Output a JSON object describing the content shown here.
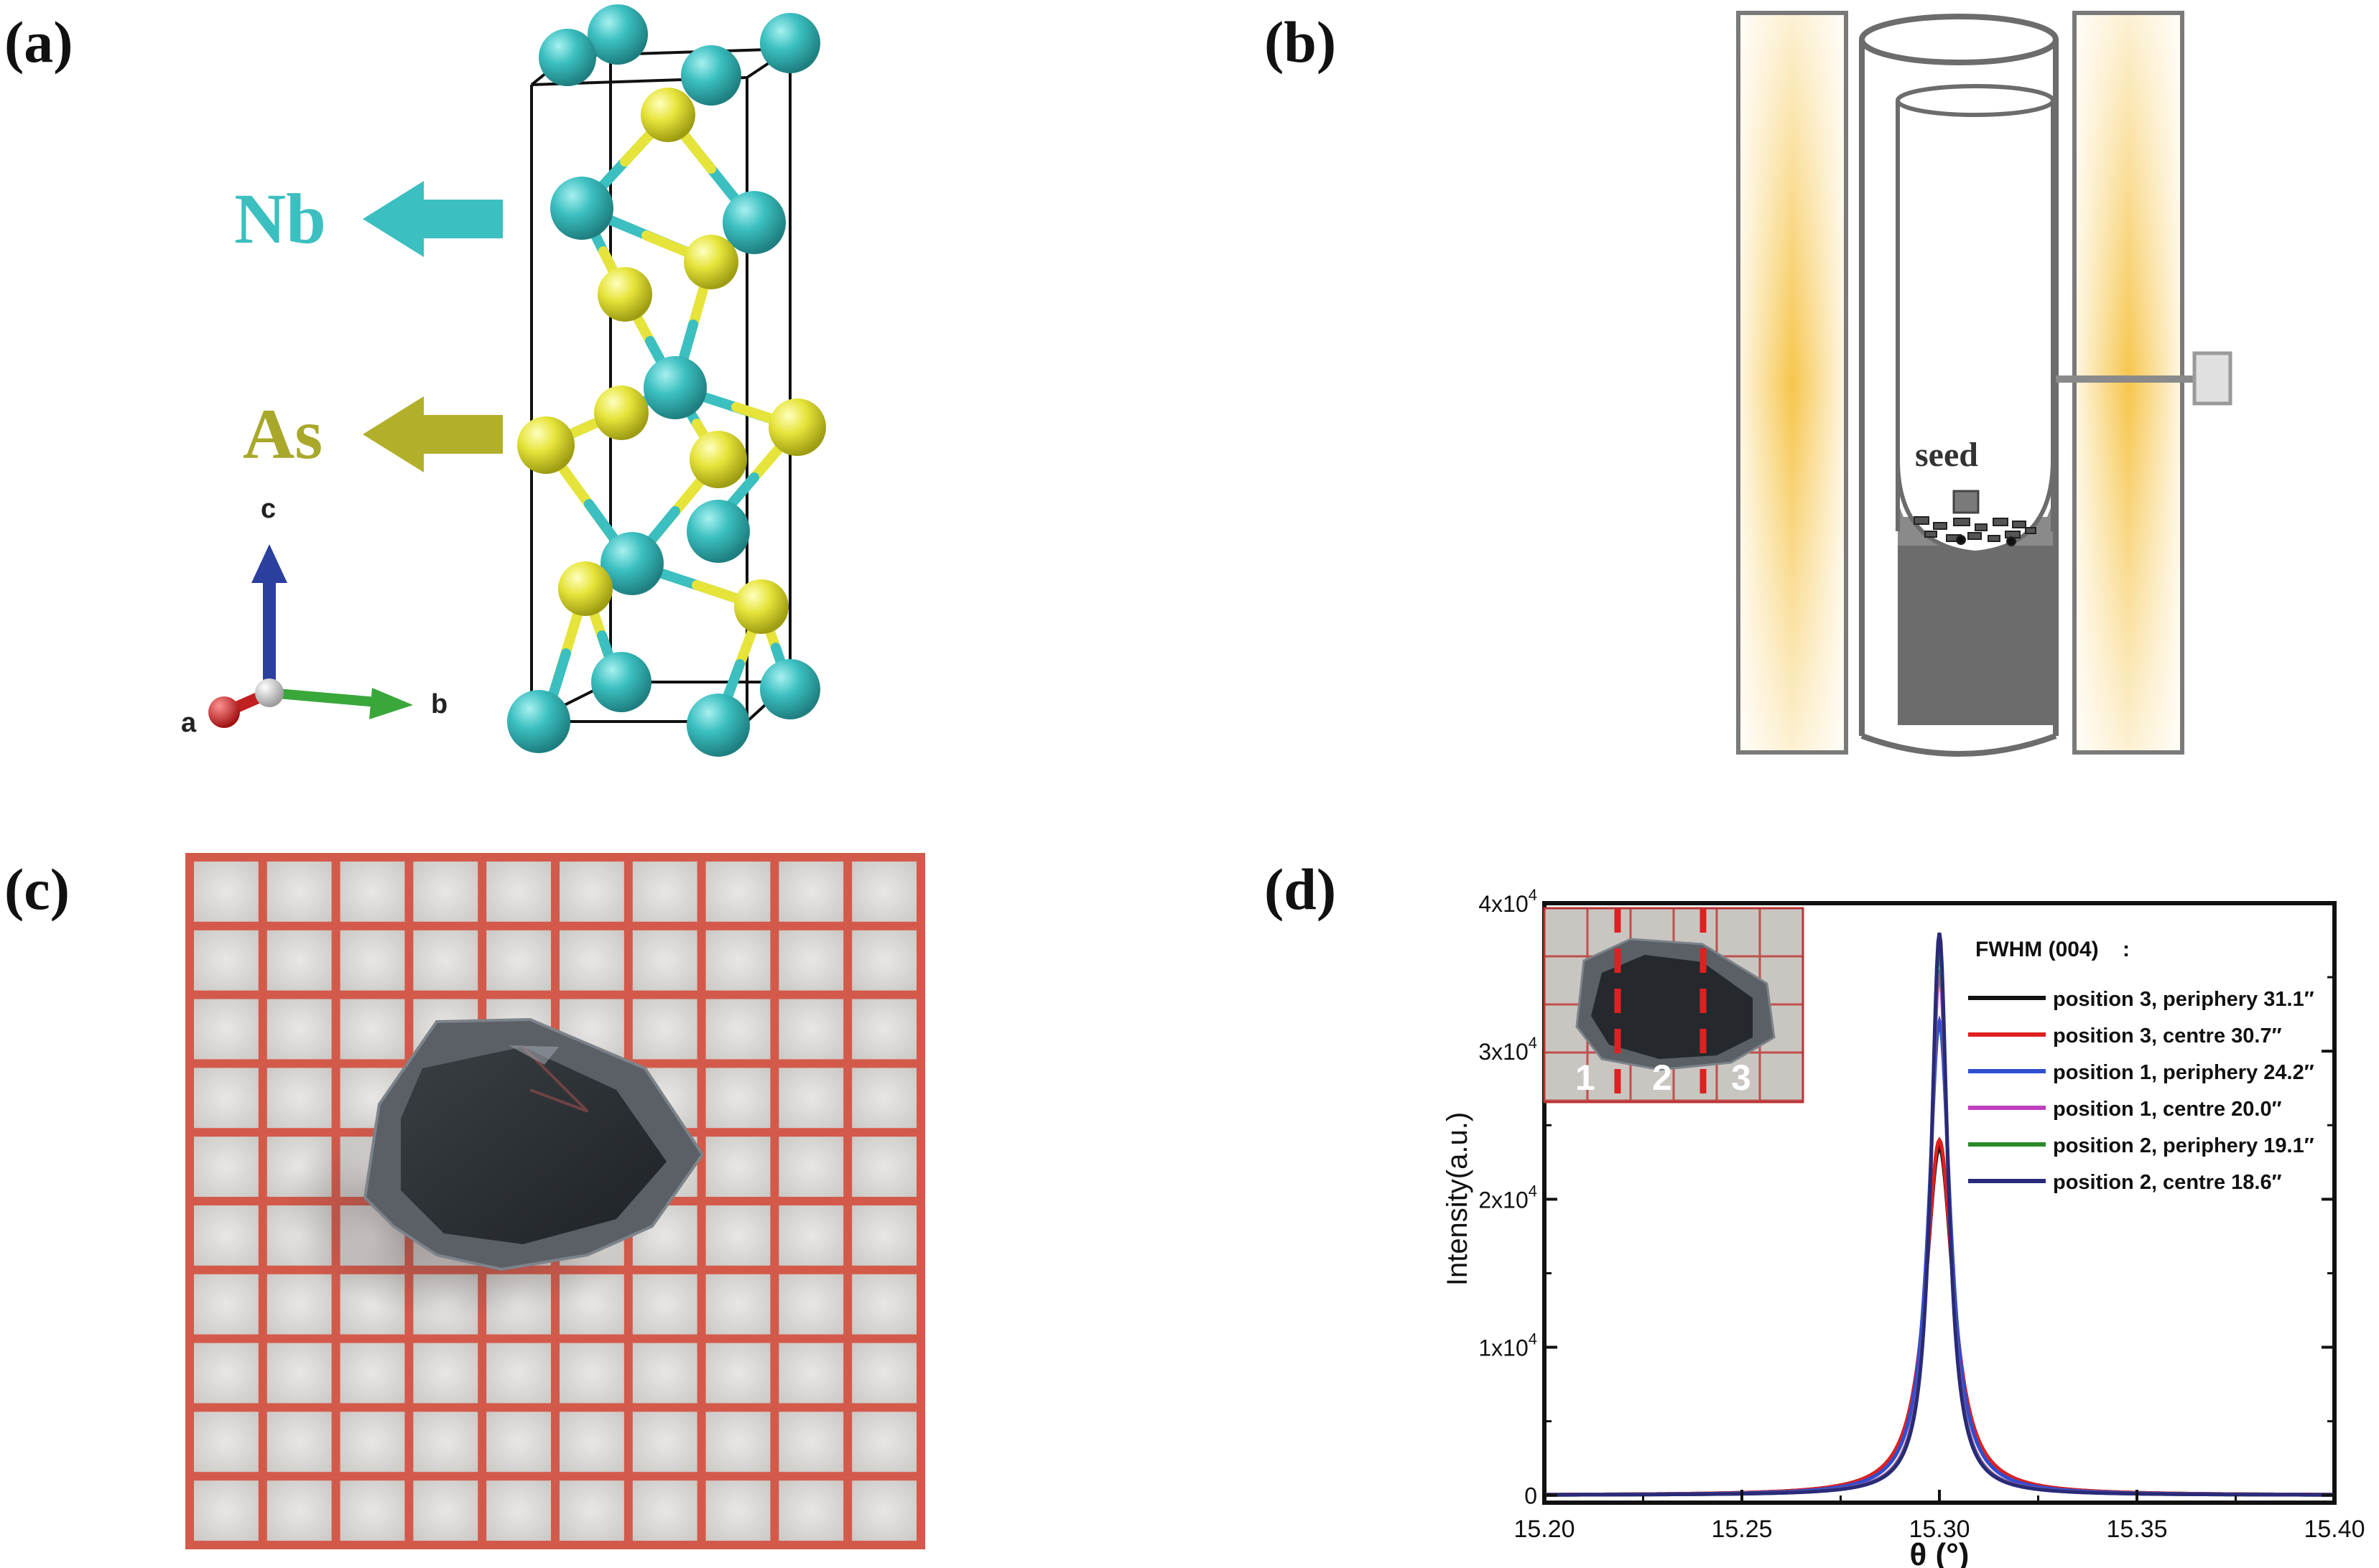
{
  "panels": {
    "a": "(a)",
    "b": "(b)",
    "c": "(c)",
    "d": "(d)"
  },
  "structure": {
    "nb_label": "Nb",
    "as_label": "As",
    "axis_c": "c",
    "axis_a": "a",
    "axis_b": "b",
    "colors": {
      "Nb": "#3bbfc0",
      "As": "#e6e43a",
      "axis_c": "#2a3f9e",
      "axis_b": "#3aa73a",
      "axis_a": "#c02020"
    }
  },
  "furnace": {
    "seed_label": "seed"
  },
  "chart_data": {
    "type": "line",
    "xlabel": "θ (°)",
    "ylabel": "Intensity(a.u.)",
    "xlim": [
      15.2,
      15.4
    ],
    "ylim": [
      -500,
      40000
    ],
    "xticks": [
      {
        "v": 15.2,
        "label": "15.20"
      },
      {
        "v": 15.25,
        "label": "15.25"
      },
      {
        "v": 15.3,
        "label": "15.30"
      },
      {
        "v": 15.35,
        "label": "15.35"
      },
      {
        "v": 15.4,
        "label": "15.40"
      }
    ],
    "yticks": [
      {
        "v": 0,
        "base": "0",
        "exp": ""
      },
      {
        "v": 10000,
        "base": "1x10",
        "exp": "4"
      },
      {
        "v": 20000,
        "base": "2x10",
        "exp": "4"
      },
      {
        "v": 30000,
        "base": "3x10",
        "exp": "4"
      },
      {
        "v": 40000,
        "base": "4x10",
        "exp": "4"
      }
    ],
    "legend_title": "FWHM (004)    :",
    "legend_position": "top-right",
    "inset_labels": [
      "1",
      "2",
      "3"
    ],
    "series": [
      {
        "name": "position 3, periphery 31.1″",
        "color": "#111111",
        "peak": 23500,
        "fwhm_arcsec": 31.1
      },
      {
        "name": "position 3, centre 30.7″",
        "color": "#e02020",
        "peak": 24000,
        "fwhm_arcsec": 30.7
      },
      {
        "name": "position 1, periphery 24.2″",
        "color": "#2d4fd0",
        "peak": 32000,
        "fwhm_arcsec": 24.2
      },
      {
        "name": "position 1, centre 20.0″",
        "color": "#c040c0",
        "peak": 35500,
        "fwhm_arcsec": 20.0
      },
      {
        "name": "position 2, periphery 19.1″",
        "color": "#2a8a2a",
        "peak": 37000,
        "fwhm_arcsec": 19.1
      },
      {
        "name": "position 2, centre 18.6″",
        "color": "#2a2a7a",
        "peak": 38000,
        "fwhm_arcsec": 18.6
      }
    ],
    "peak_center": 15.3
  }
}
